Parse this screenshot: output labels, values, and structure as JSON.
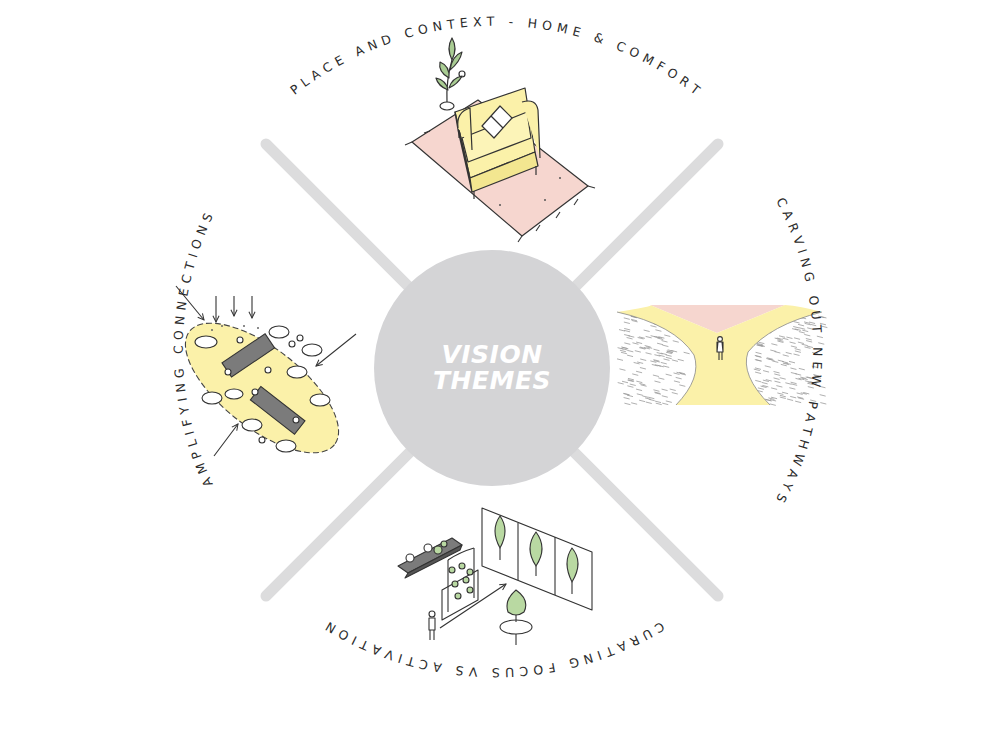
{
  "diagram": {
    "nodes": [
      {
        "text": [
          "VISION THEMES"
        ]
      }
    ],
    "labels": [
      "PLACE AND CONTEXT - HOME & COMFORT",
      "CARVING OUT NEW PATHWAYS",
      "CURATING FOCUS VS ACTIVATION",
      "AMPLIFYING CONNECTIONS"
    ]
  }
}
